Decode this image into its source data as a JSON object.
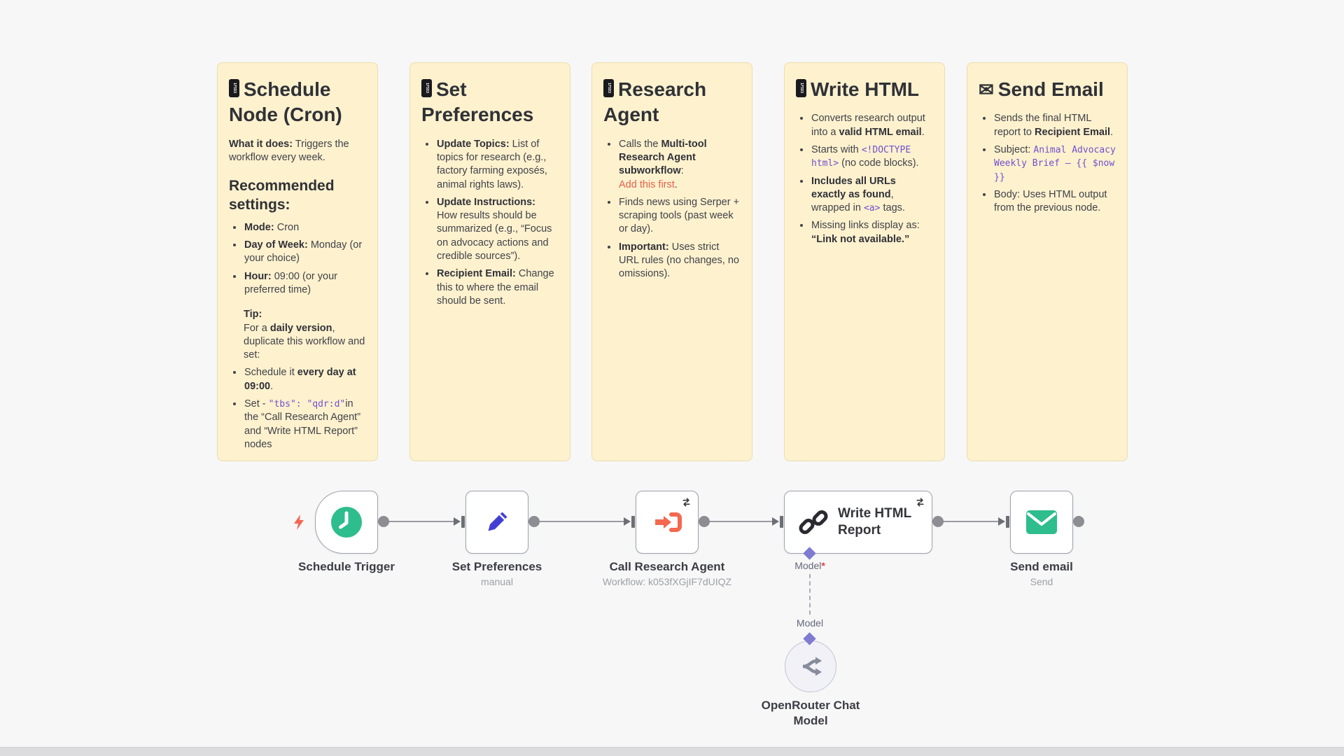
{
  "colors": {
    "canvas_bg": "#f7f7f8",
    "sticky_bg": "#FDF1CE",
    "node_green": "#2EBD8C",
    "node_blue": "#4240D4",
    "node_orange": "#F4684F",
    "code_purple": "#7050CE",
    "warning_red": "#E8604C",
    "model_diamond_purple": "#7E7BD0"
  },
  "glyphs": {
    "tofu": "1F5D3",
    "envelope": "✉"
  },
  "sticky_notes": [
    {
      "title": "Schedule Node (Cron)",
      "icon": "missing-glyph",
      "blocks": [
        {
          "type": "p",
          "segs": [
            {
              "t": "What it does:",
              "b": 1
            },
            {
              "t": " Triggers the workflow every week."
            }
          ]
        },
        {
          "type": "h2",
          "segs": [
            {
              "t": "Recommended settings:"
            }
          ]
        },
        {
          "type": "ul",
          "items": [
            [
              {
                "t": "Mode:",
                "b": 1
              },
              {
                "t": " Cron"
              }
            ],
            [
              {
                "t": "Day of Week:",
                "b": 1
              },
              {
                "t": " Monday (or your choice)"
              }
            ],
            [
              {
                "t": "Hour:",
                "b": 1
              },
              {
                "t": " 09:00 (or your preferred time)"
              }
            ]
          ]
        },
        {
          "type": "p",
          "indent": 1,
          "segs": [
            {
              "t": "Tip:",
              "b": 1
            },
            {
              "t": "For a ",
              "br": 1
            },
            {
              "t": "daily version",
              "b": 1
            },
            {
              "t": ", duplicate this workflow and set:"
            }
          ]
        },
        {
          "type": "ul",
          "items": [
            [
              {
                "t": "Schedule it "
              },
              {
                "t": "every day at 09:00",
                "b": 1
              },
              {
                "t": "."
              }
            ],
            [
              {
                "t": "Set - "
              },
              {
                "t": "\"tbs\": \"qdr:d\"",
                "c": 1
              },
              {
                "t": "in the “Call Research Agent” and “Write HTML Report” nodes"
              }
            ]
          ]
        }
      ]
    },
    {
      "title": "Set Preferences",
      "icon": "missing-glyph",
      "blocks": [
        {
          "type": "ul",
          "items": [
            [
              {
                "t": "Update Topics:",
                "b": 1
              },
              {
                "t": " List of topics for research (e.g., factory farming exposés, animal rights laws)."
              }
            ],
            [
              {
                "t": "Update Instructions:",
                "b": 1
              },
              {
                "t": " How results should be summarized (e.g., “Focus on advocacy actions and credible sources”)."
              }
            ],
            [
              {
                "t": "Recipient Email:",
                "b": 1
              },
              {
                "t": " Change this to where the email should be sent."
              }
            ]
          ]
        }
      ]
    },
    {
      "title": "Research Agent",
      "icon": "missing-glyph",
      "blocks": [
        {
          "type": "ul",
          "items": [
            [
              {
                "t": "Calls the "
              },
              {
                "t": "Multi-tool Research Agent subworkflow",
                "b": 1
              },
              {
                "t": ":"
              },
              {
                "t": "Add this first",
                "r": 1,
                "br": 1
              },
              {
                "t": "."
              }
            ],
            [
              {
                "t": "Finds news using Serper + scraping tools (past week or day)."
              }
            ],
            [
              {
                "t": "Important:",
                "b": 1
              },
              {
                "t": " Uses strict URL rules (no changes, no omissions)."
              }
            ]
          ]
        }
      ]
    },
    {
      "title": "Write HTML",
      "icon": "missing-glyph",
      "blocks": [
        {
          "type": "ul",
          "items": [
            [
              {
                "t": "Converts research output into a "
              },
              {
                "t": "valid HTML email",
                "b": 1
              },
              {
                "t": "."
              }
            ],
            [
              {
                "t": "Starts with "
              },
              {
                "t": "<!DOCTYPE html>",
                "c": 1
              },
              {
                "t": " (no code blocks)."
              }
            ],
            [
              {
                "t": "Includes all URLs exactly as found",
                "b": 1
              },
              {
                "t": ", wrapped in "
              },
              {
                "t": "<a>",
                "c": 1
              },
              {
                "t": " tags."
              }
            ],
            [
              {
                "t": "Missing links display as:"
              },
              {
                "t": "“Link not available.”",
                "b": 1,
                "br": 1
              }
            ]
          ]
        }
      ]
    },
    {
      "title": "Send Email",
      "icon": "envelope",
      "blocks": [
        {
          "type": "ul",
          "items": [
            [
              {
                "t": "Sends the final HTML report to "
              },
              {
                "t": "Recipient Email",
                "b": 1
              },
              {
                "t": "."
              }
            ],
            [
              {
                "t": "Subject: "
              },
              {
                "t": "Animal Advocacy Weekly Brief — {{ $now }}",
                "c": 1
              }
            ],
            [
              {
                "t": "Body: Uses HTML output from the previous node."
              }
            ]
          ]
        }
      ]
    }
  ],
  "workflow": {
    "nodes": {
      "schedule_trigger": {
        "label": "Schedule Trigger"
      },
      "set_preferences": {
        "label": "Set Preferences",
        "subtitle": "manual"
      },
      "call_research_agent": {
        "label": "Call Research Agent",
        "subtitle": "Workflow: k053fXGjIF7dUIQZ"
      },
      "write_html_report": {
        "label": "Write HTML Report"
      },
      "send_email": {
        "label": "Send email",
        "subtitle": "Send"
      },
      "openrouter_chat_model": {
        "label": "OpenRouter Chat Model"
      }
    },
    "model_port": {
      "label": "Model",
      "asterisk": "*"
    },
    "model_mid_label": "Model"
  }
}
